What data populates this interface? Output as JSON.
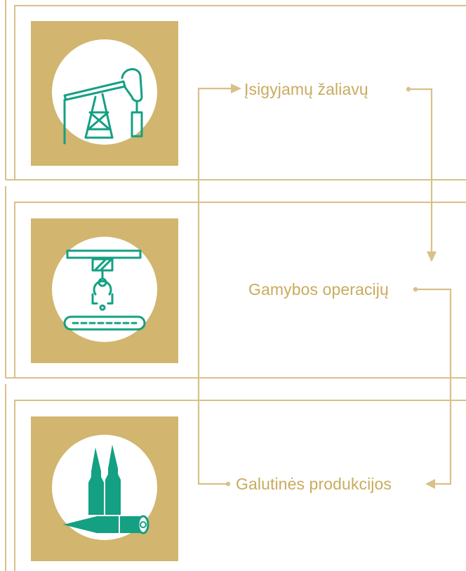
{
  "colors": {
    "gold": "#d2b56e",
    "line": "#d8c088",
    "text": "#c9ab5f",
    "teal": "#14a083",
    "white": "#ffffff"
  },
  "stages": [
    {
      "label": "Įsigyjamų žaliavų",
      "icon": "oil-pump-icon"
    },
    {
      "label": "Gamybos operacijų",
      "icon": "robotic-arm-icon"
    },
    {
      "label": "Galutinės produkcijos",
      "icon": "ammunition-icon"
    }
  ]
}
